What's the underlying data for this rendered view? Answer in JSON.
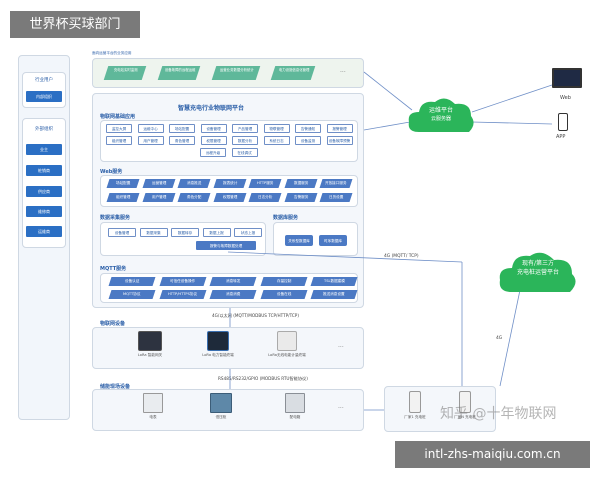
{
  "header": {
    "site_title": "世界杯买球部门"
  },
  "footer": {
    "domain": "intl-zhs-maiqiu.com.cn"
  },
  "watermark": {
    "text": "知乎 @十年物联网"
  },
  "sidebar": {
    "top_title": "行业用户",
    "top_item": "内部组织",
    "bottom_title": "外部组织",
    "items": [
      "业主",
      "桩销商",
      "供应商",
      "维修商",
      "运维商"
    ]
  },
  "top_band": {
    "label": "面向运营平台的业务应用",
    "items": [
      "充电站实时监测",
      "设备故障的远程运维",
      "运营业务数据分析统计",
      "电力设施信息化管理"
    ],
    "more": "···"
  },
  "platform": {
    "title": "智慧充电行业物联网平台",
    "basic": {
      "title": "物联网基础应用",
      "row1": [
        "监控大屏",
        "运维中心",
        "场站配置",
        "设备管理",
        "产品管理",
        "物联管理",
        "告警通知",
        "报警管理"
      ],
      "row2": [
        "组织管理",
        "用户管理",
        "角色管理",
        "权限管理",
        "数据分析",
        "系统日志",
        "设备监测",
        "设备故障预警"
      ],
      "row3": [
        "远程升级",
        "在线调试"
      ]
    },
    "web": {
      "title": "Web服务",
      "row1": [
        "场站配置",
        "运营管理",
        "消息推送",
        "报表统计",
        "HTTP服务",
        "数据服务",
        "开放接口服务"
      ],
      "row2": [
        "组织管理",
        "用户管理",
        "角色分配",
        "权限管理",
        "日志分析",
        "告警服务",
        "日历设置"
      ]
    },
    "collect": {
      "title": "数据采集服务",
      "row1": [
        "设备管理",
        "数据采集",
        "数据转存",
        "数据上报",
        "状态上报"
      ],
      "row2": [
        "报警与故障数据处理"
      ]
    },
    "database": {
      "title": "数据库服务",
      "items": [
        "关系型数据库",
        "时序数据库"
      ]
    },
    "mqtt": {
      "title": "MQTT服务",
      "row1": [
        "设备认证",
        "可信任设备操作",
        "消息转发",
        "存量控制",
        "TSL数据建模"
      ],
      "row2": [
        "MQTT协议",
        "HTTP/HTTPS协议",
        "消息消费",
        "设备在线",
        "推送消息设置"
      ]
    }
  },
  "iot_devices": {
    "title": "物联网设备",
    "protocol_above": "4G/以太网 (MQTT/MODBUS TCP/HTTP/TCP)",
    "items": [
      "LoRa 智能网关",
      "LoRa 电力智能终端",
      "LoRa无线电能计量终端"
    ],
    "more": "···"
  },
  "field_devices": {
    "title": "储能现场设备",
    "protocol_above": "RS485/RS232/GPIO (MODBUS RTU智能协议)",
    "items": [
      "电表",
      "低压柜",
      "配电箱"
    ],
    "more": "···"
  },
  "chargers": {
    "items": [
      "厂家1 充电桩",
      "厂家N 充电桩"
    ]
  },
  "cloud_ops": {
    "line1": "运维平台",
    "line2": "云服务器"
  },
  "cloud_third": {
    "line1": "现有/第三方",
    "line2": "充电桩运营平台"
  },
  "links": {
    "web": "Web",
    "app": "APP",
    "four_g_mqtt": "4G (MQTT/ TCP)",
    "four_g": "4G"
  },
  "colors": {
    "primary": "#2b6fc4",
    "chip_blue": "#4b79c4",
    "green": "#5fb89a",
    "cloud": "#2bb55a",
    "header_bg": "#7a7a7a"
  }
}
